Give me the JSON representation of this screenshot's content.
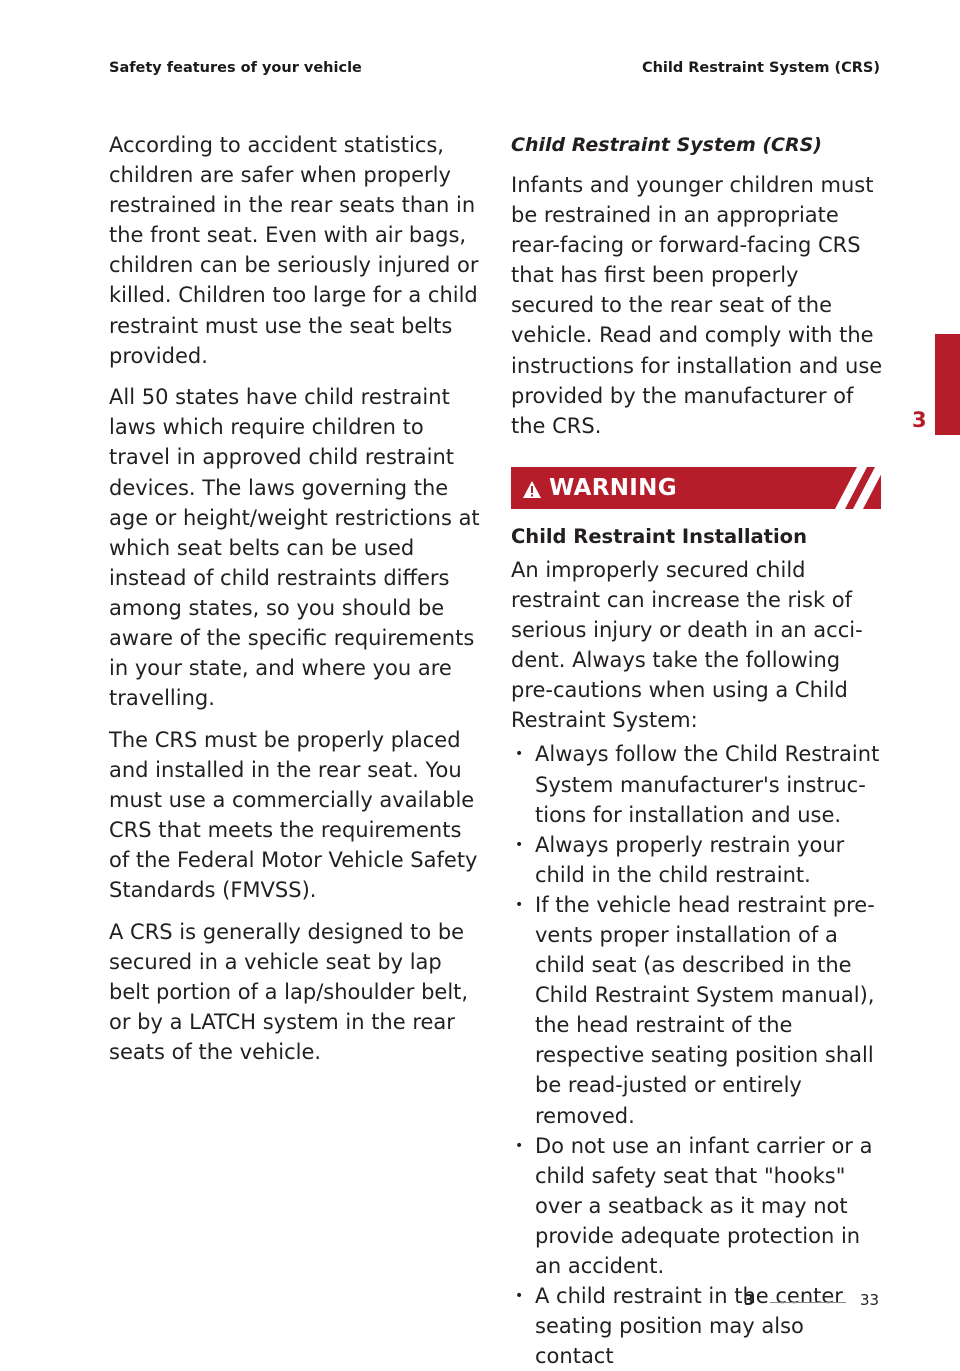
{
  "header": {
    "left": "Safety features of your vehicle",
    "right": "Child Restraint System (CRS)"
  },
  "left_column": {
    "paragraphs": [
      "According to accident statistics, children are safer when properly restrained in the rear seats than in the front seat. Even with air bags, children can be seriously injured or killed. Children too large for a child restraint must use the seat belts provided.",
      "All 50 states have child restraint laws which require children to travel in approved child restraint devices. The laws governing the age or height/weight restrictions at which seat belts can be used instead of child restraints differs among states, so you should be aware of the specific requirements in your state, and where you are travelling.",
      "The CRS must be properly placed and installed in the rear seat. You must use a commercially available CRS that meets the requirements of the Federal Motor Vehicle Safety Standards (FMVSS).",
      "A CRS is generally designed to be secured in a vehicle seat by lap belt portion of a lap/shoulder belt, or by a LATCH system in the rear seats of the vehicle."
    ]
  },
  "right_column": {
    "section_title": "Child Restraint System (CRS)",
    "intro": "Infants and younger children must be restrained in an appropriate rear-facing or forward-facing CRS that has first been properly secured to the rear seat of the vehicle. Read and comply with the instructions for installation and use provided by the manufacturer of the CRS.",
    "warning": {
      "label": "WARNING",
      "icon": "warning-triangle-icon",
      "color": "#b51d2b",
      "subhead": "Child Restraint Installation",
      "body": "An improperly secured child restraint can increase the risk of serious injury or death in an acci-dent. Always take the following pre-cautions when using a Child Restraint System:",
      "bullets": [
        "Always follow the Child Restraint System manufacturer's instruc-tions for installation and use.",
        "Always properly restrain your child in the child restraint.",
        "If the vehicle head restraint pre-vents proper installation of a child seat (as described in the Child Restraint System manual), the head restraint of the respective seating position shall be read-justed or entirely removed.",
        "Do not use an infant carrier or a child safety seat that \"hooks\" over a seatback as it may not provide adequate protection in an accident.",
        "A child restraint in the center seating position may also contact"
      ]
    }
  },
  "side_tab": {
    "number": "3",
    "color": "#b51d2b"
  },
  "footer": {
    "chapter": "3",
    "page": "33"
  }
}
